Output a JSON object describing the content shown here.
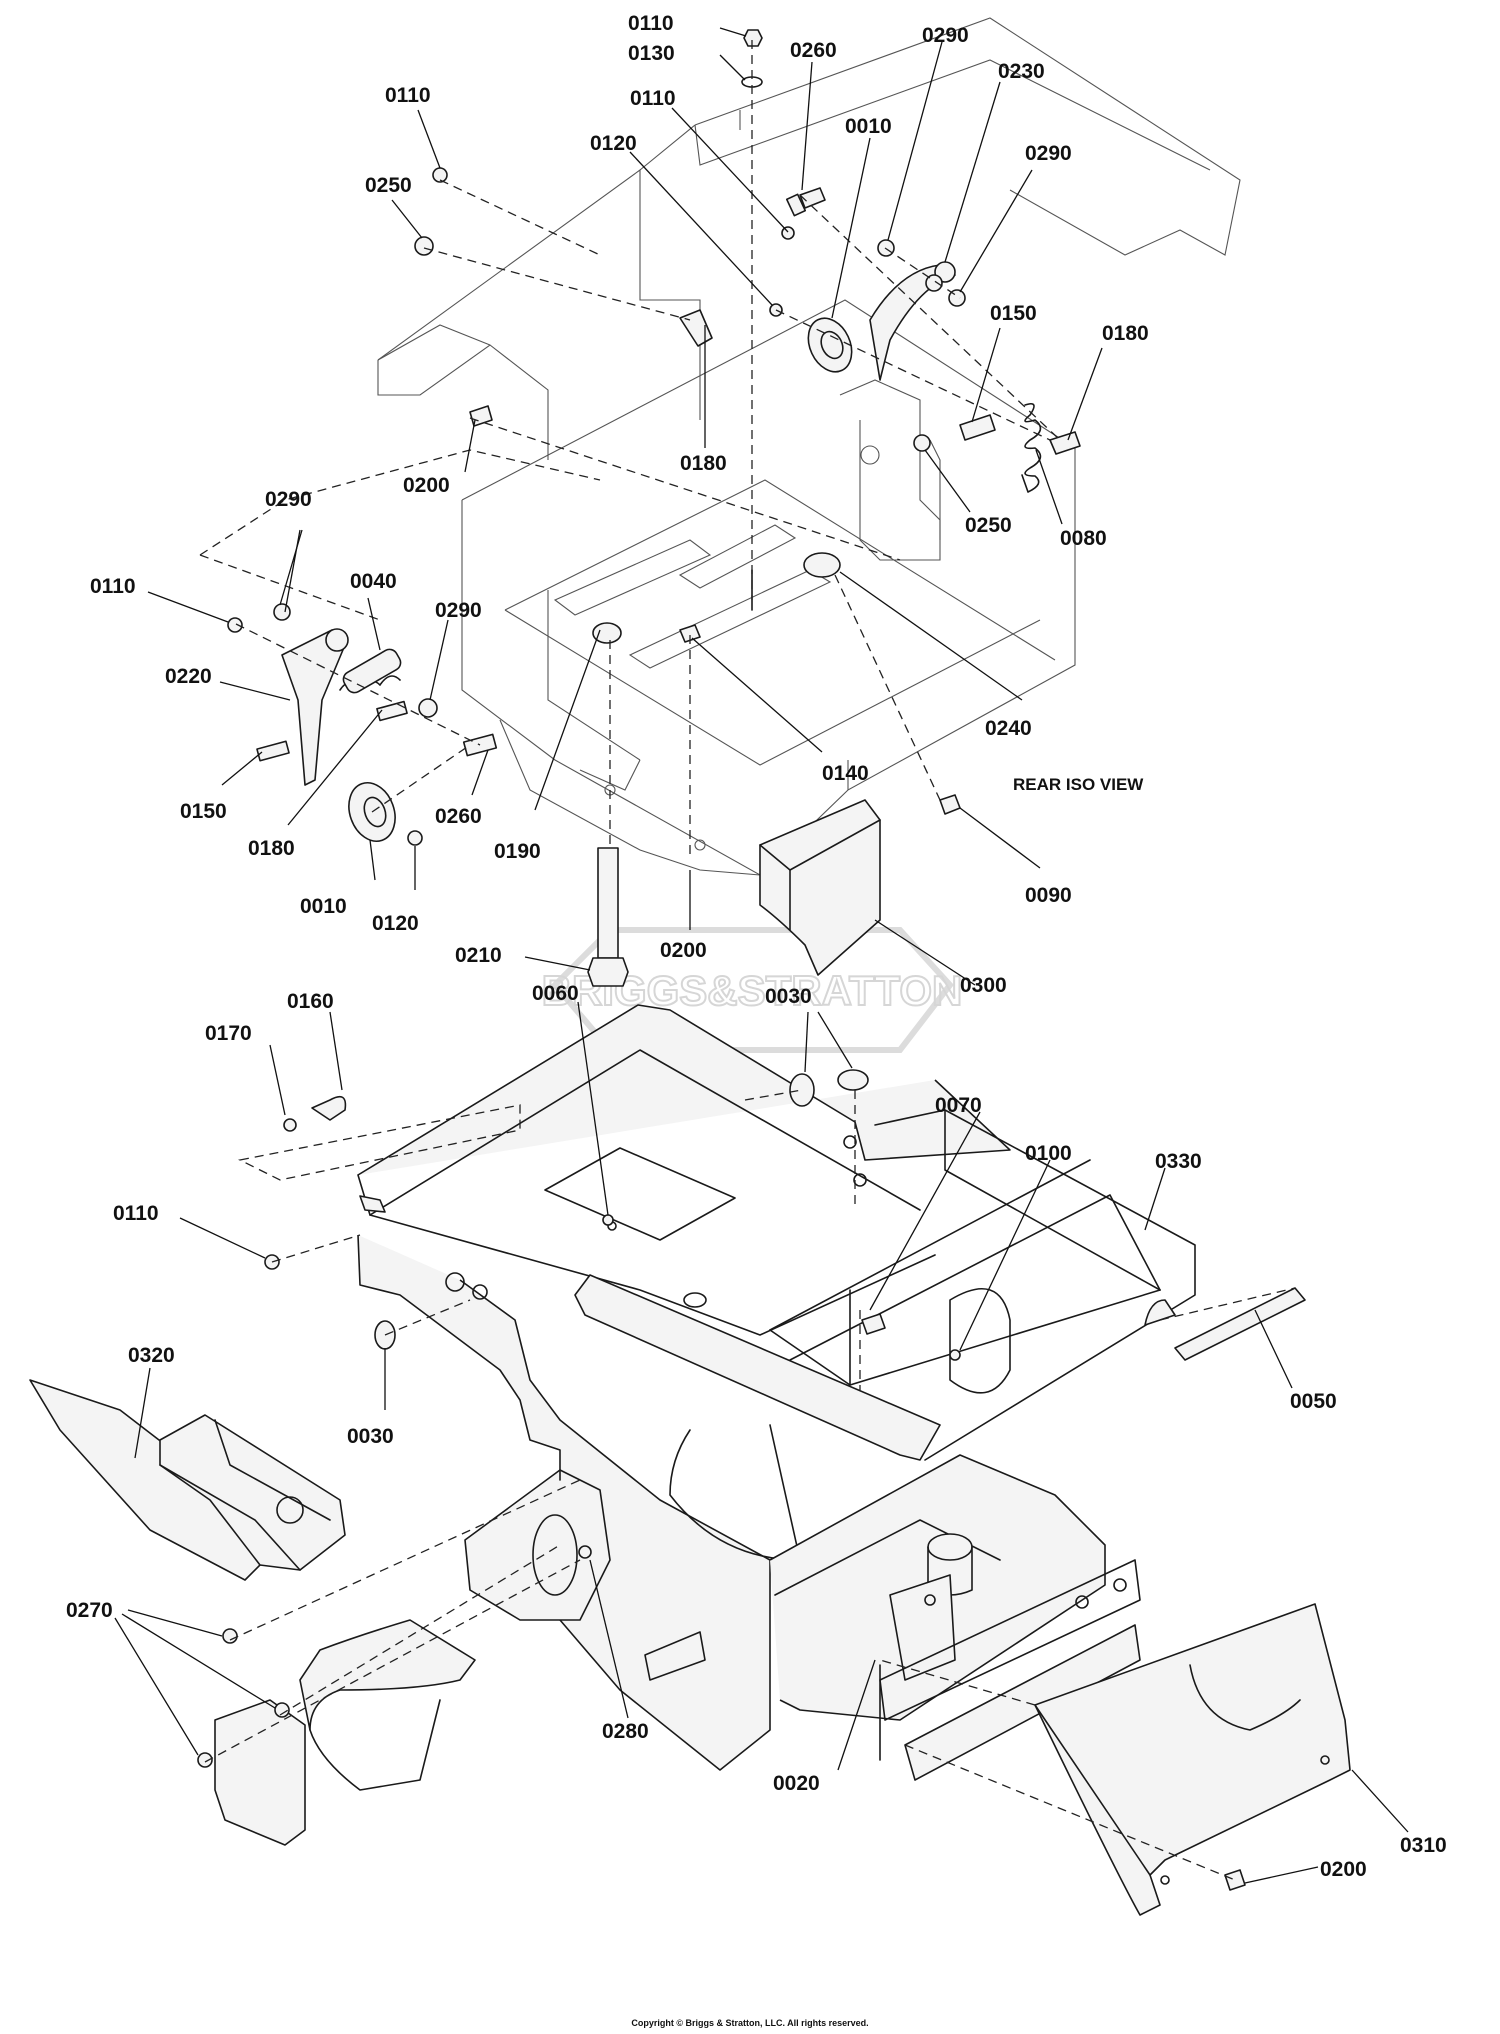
{
  "view_label": "REAR ISO VIEW",
  "watermark": "BRIGGS&STRATTON",
  "copyright": "Copyright © Briggs & Stratton, LLC. All rights reserved.",
  "callouts": [
    {
      "id": "c1",
      "text": "0110"
    },
    {
      "id": "c2",
      "text": "0130"
    },
    {
      "id": "c3",
      "text": "0260"
    },
    {
      "id": "c4",
      "text": "0290"
    },
    {
      "id": "c5",
      "text": "0230"
    },
    {
      "id": "c6",
      "text": "0110"
    },
    {
      "id": "c7",
      "text": "0010"
    },
    {
      "id": "c8",
      "text": "0120"
    },
    {
      "id": "c9",
      "text": "0110"
    },
    {
      "id": "c10",
      "text": "0250"
    },
    {
      "id": "c11",
      "text": "0290"
    },
    {
      "id": "c12",
      "text": "0150"
    },
    {
      "id": "c13",
      "text": "0180"
    },
    {
      "id": "c14",
      "text": "0200"
    },
    {
      "id": "c15",
      "text": "0180"
    },
    {
      "id": "c16",
      "text": "0250"
    },
    {
      "id": "c17",
      "text": "0080"
    },
    {
      "id": "c18",
      "text": "0290"
    },
    {
      "id": "c19",
      "text": "0040"
    },
    {
      "id": "c20",
      "text": "0110"
    },
    {
      "id": "c21",
      "text": "0290"
    },
    {
      "id": "c22",
      "text": "0220"
    },
    {
      "id": "c23",
      "text": "0240"
    },
    {
      "id": "c24",
      "text": "0140"
    },
    {
      "id": "c25",
      "text": "0150"
    },
    {
      "id": "c26",
      "text": "0260"
    },
    {
      "id": "c27",
      "text": "0180"
    },
    {
      "id": "c28",
      "text": "0190"
    },
    {
      "id": "c29",
      "text": "0010"
    },
    {
      "id": "c30",
      "text": "0120"
    },
    {
      "id": "c31",
      "text": "0090"
    },
    {
      "id": "c32",
      "text": "0210"
    },
    {
      "id": "c33",
      "text": "0200"
    },
    {
      "id": "c34",
      "text": "0300"
    },
    {
      "id": "c35",
      "text": "0160"
    },
    {
      "id": "c36",
      "text": "0170"
    },
    {
      "id": "c37",
      "text": "0060"
    },
    {
      "id": "c38",
      "text": "0030"
    },
    {
      "id": "c39",
      "text": "0070"
    },
    {
      "id": "c40",
      "text": "0100"
    },
    {
      "id": "c41",
      "text": "0330"
    },
    {
      "id": "c42",
      "text": "0110"
    },
    {
      "id": "c43",
      "text": "0320"
    },
    {
      "id": "c44",
      "text": "0030"
    },
    {
      "id": "c45",
      "text": "0050"
    },
    {
      "id": "c46",
      "text": "0270"
    },
    {
      "id": "c47",
      "text": "0280"
    },
    {
      "id": "c48",
      "text": "0020"
    },
    {
      "id": "c49",
      "text": "0310"
    },
    {
      "id": "c50",
      "text": "0200"
    }
  ]
}
